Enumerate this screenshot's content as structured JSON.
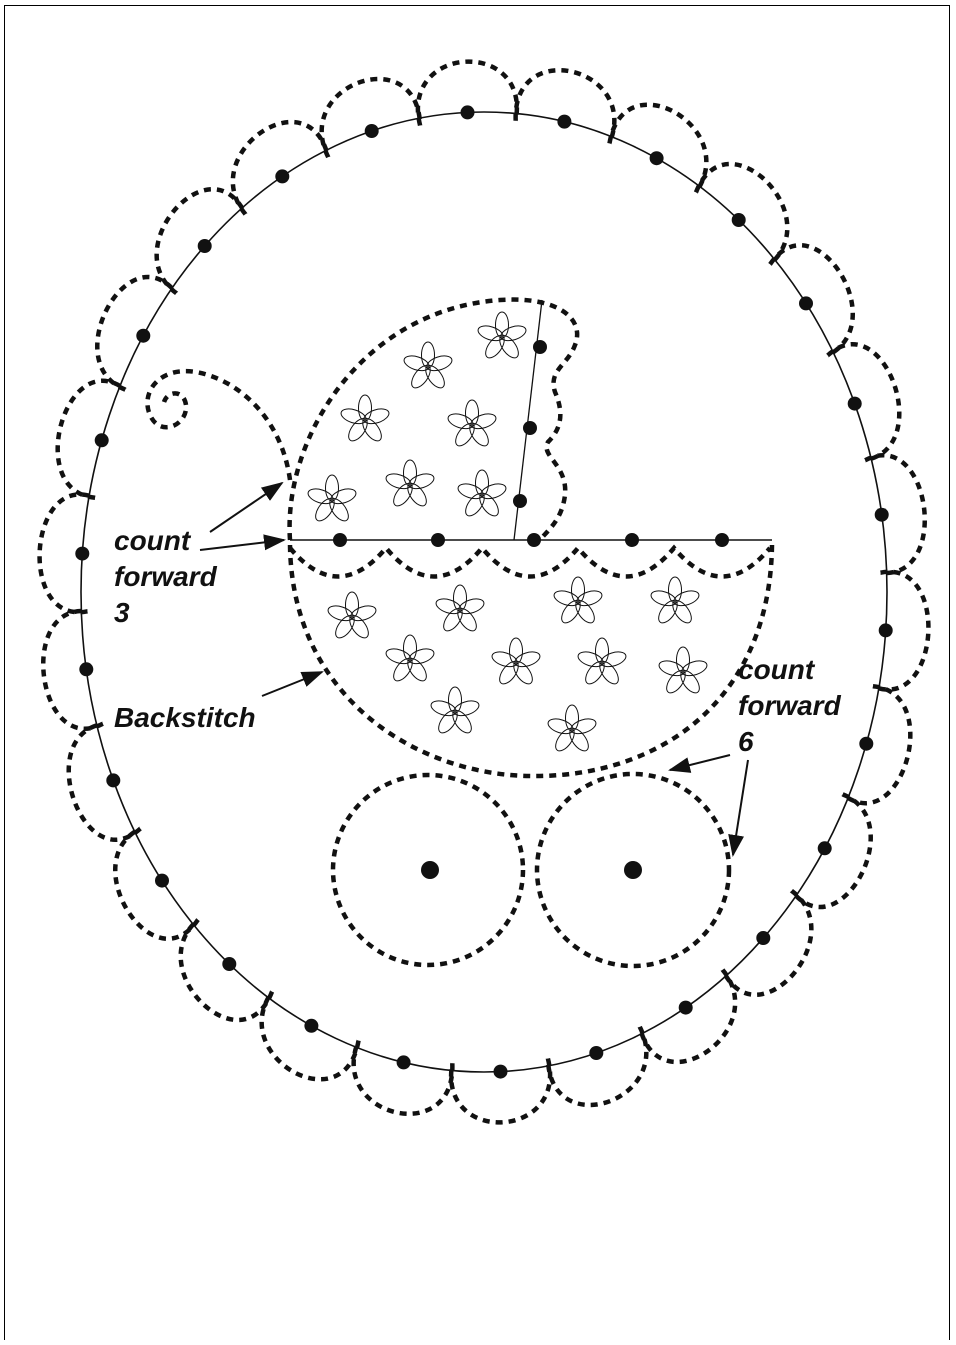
{
  "annotations": {
    "count_forward_3": {
      "line1": "count",
      "line2": "forward",
      "line3": "3"
    },
    "backstitch": "Backstitch",
    "count_forward_6": {
      "line1": "count",
      "line2": "forward",
      "line3": "6"
    }
  },
  "colors": {
    "ink": "#111111",
    "paper": "#ffffff"
  }
}
